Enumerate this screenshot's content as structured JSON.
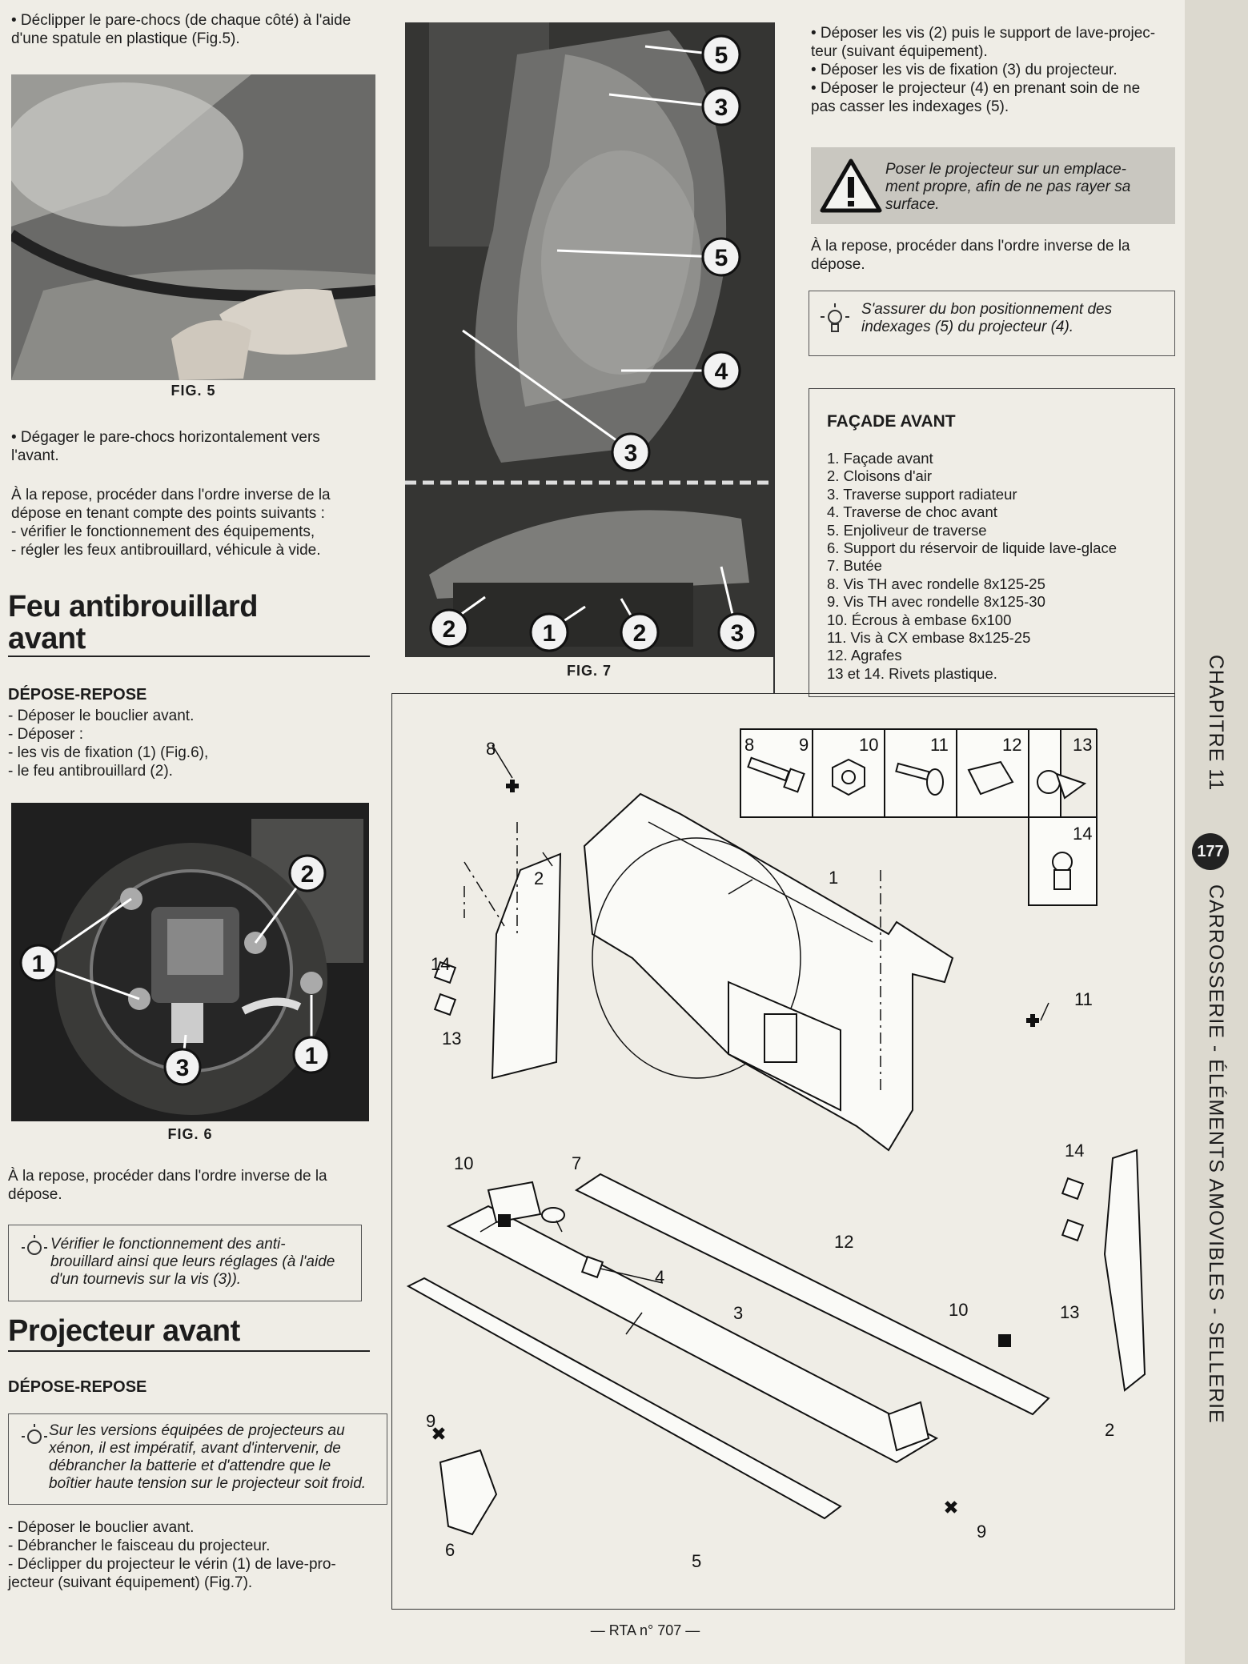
{
  "left": {
    "intro": [
      "• Déclipper le pare-chocs (de chaque côté) à l'aide",
      "d'une spatule en plastique (Fig.5)."
    ],
    "fig5_caption": "FIG. 5",
    "step_degager": [
      "• Dégager le pare-chocs horizontalement vers",
      "l'avant."
    ],
    "repose_block": [
      "À la repose, procéder dans l'ordre inverse de la",
      "dépose en tenant compte des points suivants :",
      "- vérifier le fonctionnement des équipements,",
      "- régler les feux antibrouillard, véhicule à vide."
    ],
    "heading_feu": [
      "Feu antibrouillard",
      "avant"
    ],
    "sub_depose": "DÉPOSE-REPOSE",
    "feu_steps": [
      "- Déposer le bouclier avant.",
      "- Déposer :",
      "- les vis de fixation (1) (Fig.6),",
      "- le feu antibrouillard (2)."
    ],
    "fig6_caption": "FIG. 6",
    "fig6_callouts": [
      "2",
      "1",
      "3",
      "1"
    ],
    "repose_feu": [
      "À la repose, procéder dans l'ordre inverse de la",
      "dépose."
    ],
    "note_feu": [
      "Vérifier le fonctionnement des anti-",
      "brouillard ainsi que leurs réglages (à l'aide",
      "d'un tournevis sur la vis (3))."
    ],
    "heading_proj": "Projecteur avant",
    "sub_depose2": "DÉPOSE-REPOSE",
    "note_xenon": [
      "Sur les versions équipées de projecteurs au",
      "xénon, il est impératif, avant d'intervenir, de",
      "débrancher la batterie et d'attendre que le",
      "boîtier haute tension sur le projecteur soit froid."
    ],
    "proj_steps": [
      "- Déposer le bouclier avant.",
      "- Débrancher le faisceau du projecteur.",
      "- Déclipper du projecteur le vérin (1) de lave-pro-",
      "jecteur (suivant équipement) (Fig.7)."
    ]
  },
  "fig7": {
    "caption": "FIG. 7",
    "callouts": [
      "5",
      "3",
      "5",
      "4",
      "3",
      "2",
      "1",
      "2",
      "3"
    ]
  },
  "right": {
    "steps": [
      "• Déposer les vis (2) puis le support de lave-projec-",
      "teur (suivant équipement).",
      "• Déposer les vis de fixation (3) du projecteur.",
      "• Déposer le projecteur (4) en prenant soin de ne",
      "pas casser les indexages (5)."
    ],
    "warning": [
      "Poser le projecteur sur un emplace-",
      "ment propre, afin de ne pas rayer sa",
      "surface."
    ],
    "repose": [
      "À la repose, procéder dans l'ordre inverse de la",
      "dépose."
    ],
    "tip": [
      "S'assurer du bon positionnement des",
      "indexages (5) du projecteur (4)."
    ]
  },
  "facade": {
    "title": "FAÇADE AVANT",
    "items": [
      "1. Façade avant",
      "2. Cloisons d'air",
      "3. Traverse support radiateur",
      "4. Traverse de choc avant",
      "5. Enjoliveur de traverse",
      "6. Support du réservoir de liquide lave-glace",
      "7. Butée",
      "8. Vis TH avec rondelle 8x125-25",
      "9. Vis TH avec rondelle 8x125-30",
      "10. Écrous à embase 6x100",
      "11. Vis à CX embase 8x125-25",
      "12. Agrafes",
      "13 et 14. Rivets plastique."
    ]
  },
  "diagram": {
    "legend_nums": [
      "8",
      "9",
      "10",
      "11",
      "12",
      "13",
      "14"
    ],
    "labels": [
      "8",
      "2",
      "1",
      "14",
      "13",
      "11",
      "10",
      "7",
      "12",
      "14",
      "4",
      "3",
      "10",
      "13",
      "9",
      "2",
      "6",
      "5",
      "9"
    ]
  },
  "sidebar": {
    "chapter": "CHAPITRE 11",
    "page_num": "177",
    "section": "CARROSSERIE - ÉLÉMENTS AMOVIBLES - SELLERIE"
  },
  "footer": "— RTA n° 707 —"
}
